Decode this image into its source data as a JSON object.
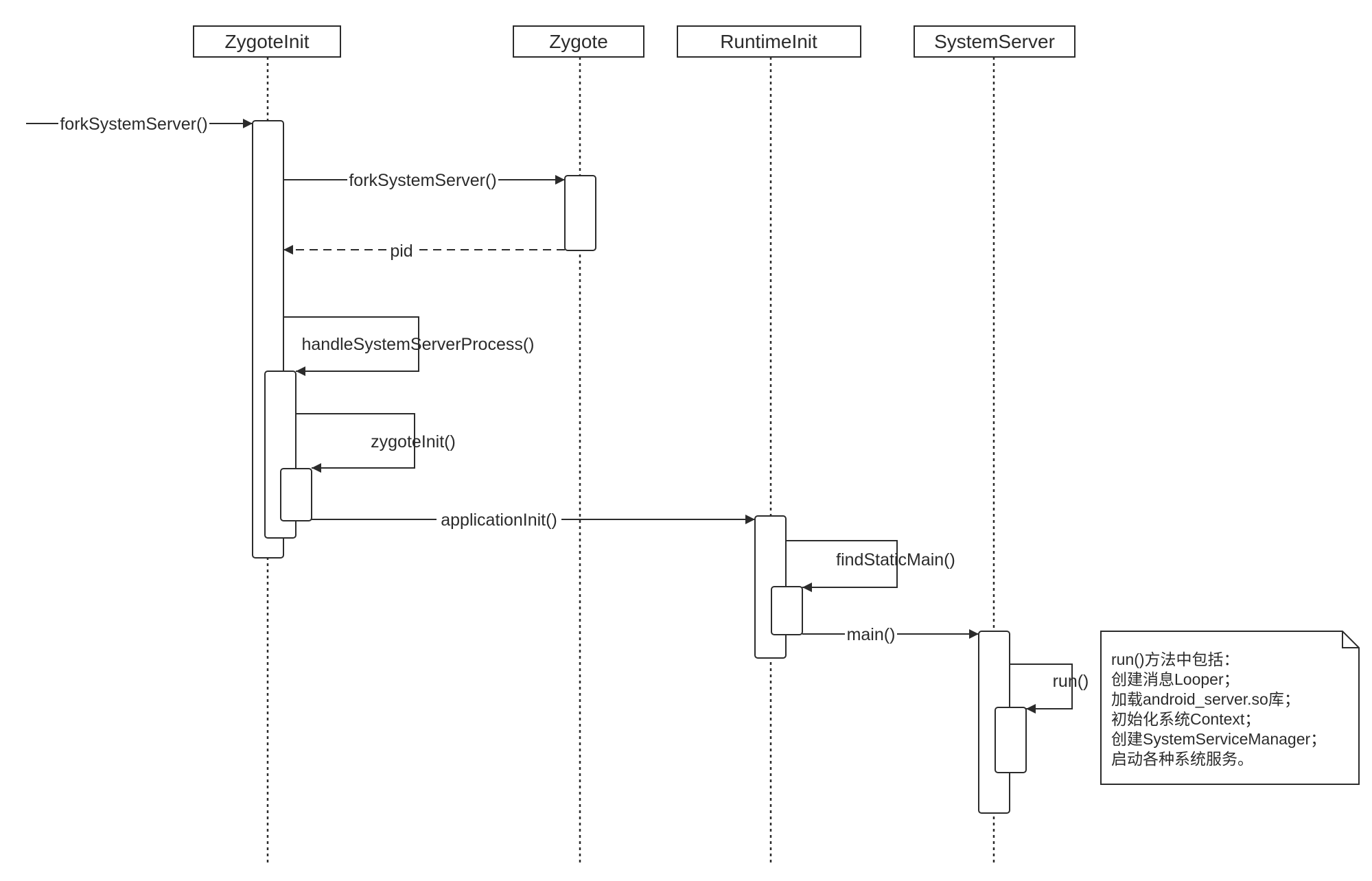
{
  "participants": {
    "zygoteinit": "ZygoteInit",
    "zygote": "Zygote",
    "runtimeinit": "RuntimeInit",
    "systemserver": "SystemServer"
  },
  "messages": {
    "external_fork": "forkSystemServer()",
    "fork": "forkSystemServer()",
    "pid_return": "pid",
    "handle": "handleSystemServerProcess()",
    "zygote_init": "zygoteInit()",
    "application_init": "applicationInit()",
    "find_static_main": "findStaticMain()",
    "main": "main()",
    "run": "run()"
  },
  "note": {
    "lines": [
      "run()方法中包括：",
      "创建消息Looper；",
      "加载android_server.so库；",
      "初始化系统Context；",
      "创建SystemServiceManager；",
      "启动各种系统服务。"
    ]
  },
  "colors": {
    "stroke": "#2b2b2b",
    "background": "#ffffff"
  }
}
